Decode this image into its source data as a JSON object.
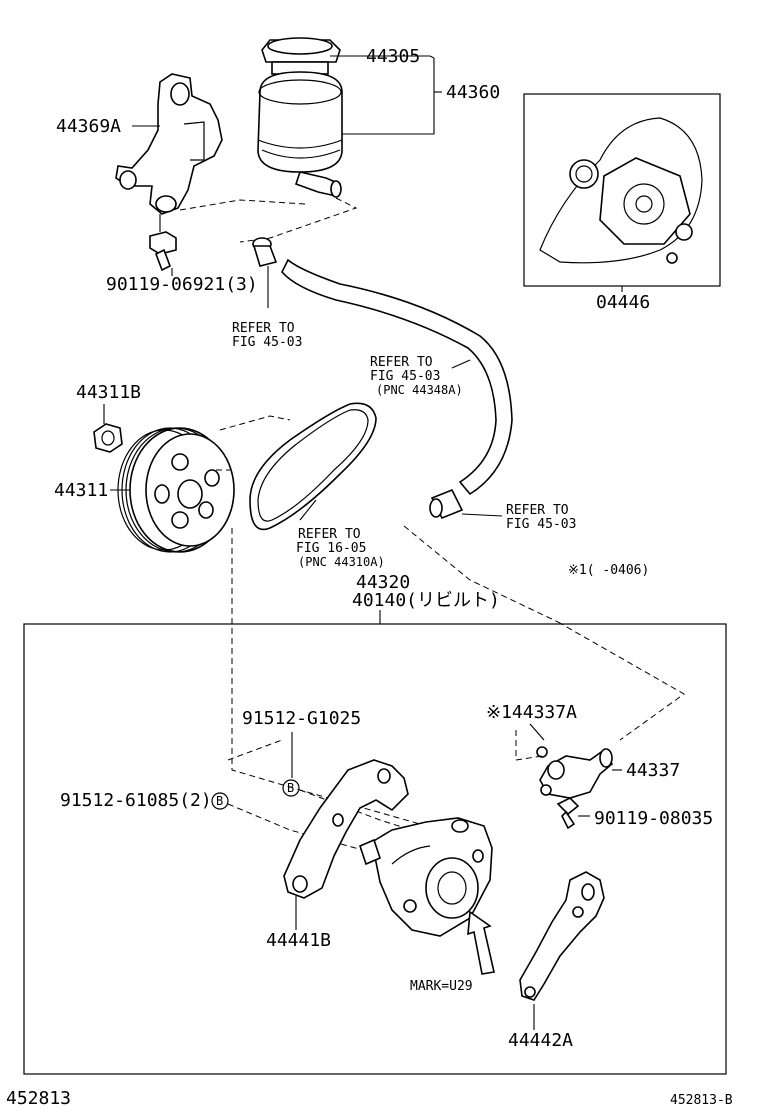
{
  "labels": {
    "p44305": "44305",
    "p44360": "44360",
    "p44369A": "44369A",
    "p90119_06921": "90119-06921(3)",
    "p04446": "04446",
    "refer_hose_upper_1": "REFER TO",
    "refer_hose_upper_2": "FIG 45-03",
    "refer_hose_mid_1": "REFER TO",
    "refer_hose_mid_2": "FIG 45-03",
    "refer_hose_mid_3": "(PNC 44348A)",
    "p44311B": "44311B",
    "p44311": "44311",
    "refer_belt_1": "REFER TO",
    "refer_belt_2": "FIG 16-05",
    "refer_belt_3": "(PNC 44310A)",
    "refer_hose_lower_1": "REFER TO",
    "refer_hose_lower_2": "FIG 45-03",
    "note_star1": "※1(    -0406)",
    "p44320": "44320",
    "p40140": "40140(リビルト)",
    "p91512_G1025": "91512-G1025",
    "p44337A": "※144337A",
    "p44337": "44337",
    "p91512_61085": "91512-61085(2)",
    "marker_b": "B",
    "p90119_08035": "90119-08035",
    "p44441B": "44441B",
    "mark_u29": "MARK=U29",
    "p44442A": "44442A",
    "footer_left": "452813",
    "footer_right": "452813-B"
  }
}
